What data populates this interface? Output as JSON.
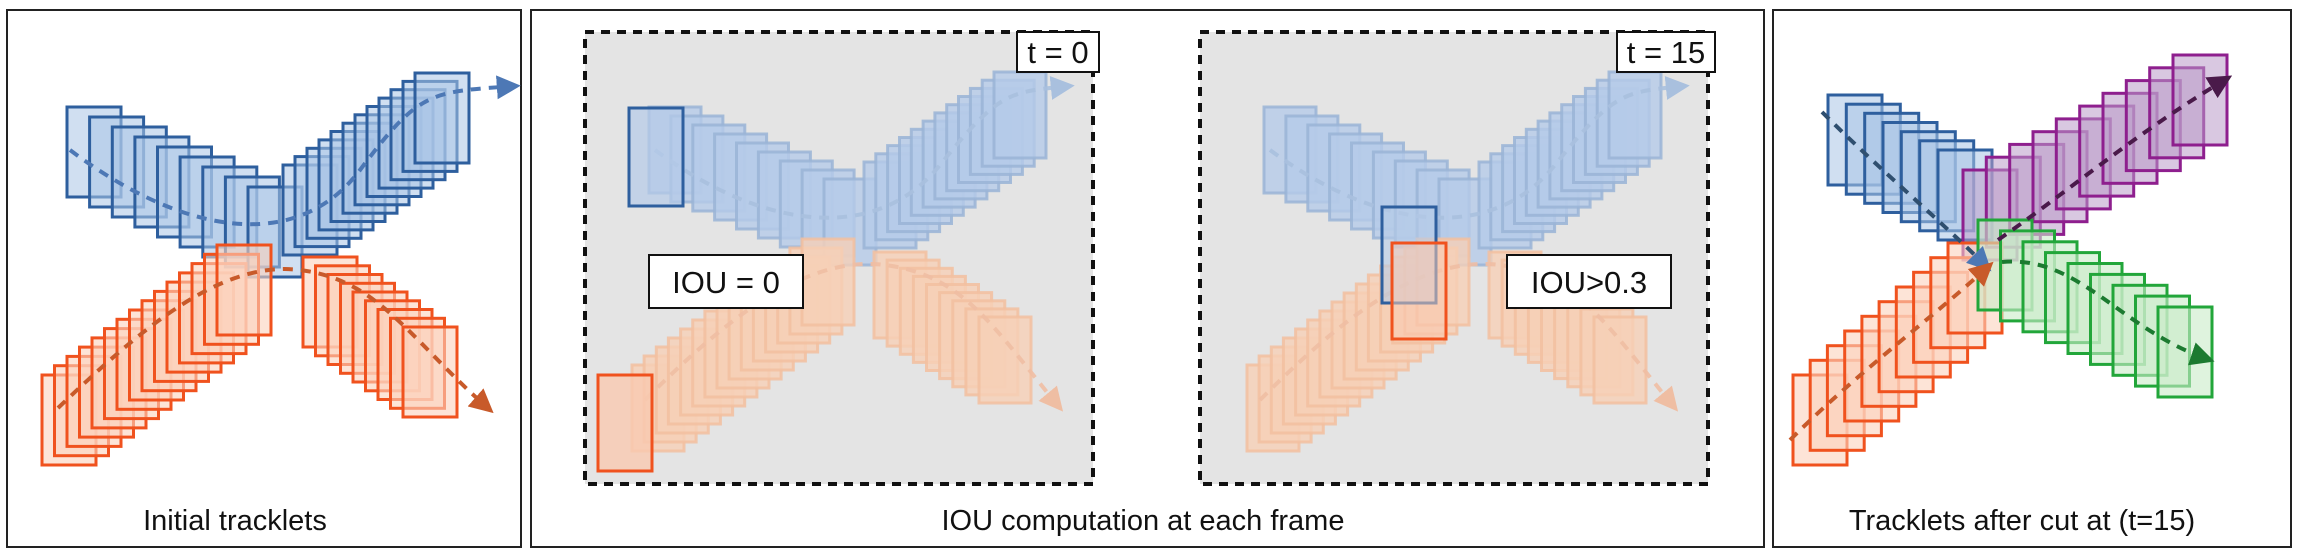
{
  "panels": [
    {
      "id": "initial",
      "caption": "Initial tracklets"
    },
    {
      "id": "iou",
      "caption": "IOU computation at each frame",
      "frames": [
        {
          "time_label": "t = 0",
          "iou_label": "IOU = 0"
        },
        {
          "time_label": "t = 15",
          "iou_label": "IOU>0.3"
        }
      ]
    },
    {
      "id": "after",
      "caption": "Tracklets after cut at (t=15)"
    }
  ],
  "colors": {
    "blue_track": "#2e5f9e",
    "blue_fill": "#a9c4e6",
    "orange_track": "#f0521e",
    "orange_fill": "#fbcdb6",
    "purple_track": "#8e1f8e",
    "purple_fill": "#b99ac8",
    "green_track": "#22a63a",
    "green_fill": "#c9ebc8",
    "frame_bg": "#e4e4e4"
  }
}
